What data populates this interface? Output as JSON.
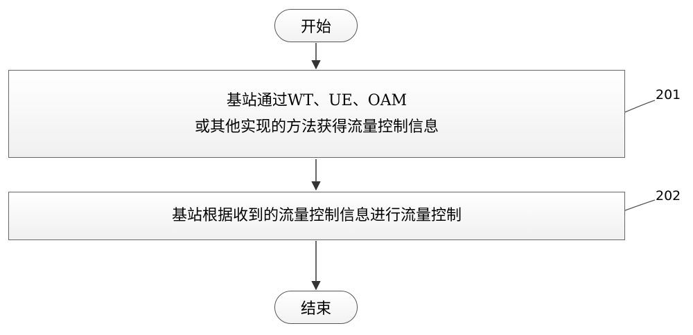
{
  "flowchart": {
    "start_label": "开始",
    "end_label": "结束",
    "steps": [
      {
        "ref": "201",
        "lines": [
          "基站通过WT、UE、OAM",
          "或其他实现的方法获得流量控制信息"
        ]
      },
      {
        "ref": "202",
        "lines": [
          "基站根据收到的流量控制信息进行流量控制"
        ]
      }
    ]
  }
}
